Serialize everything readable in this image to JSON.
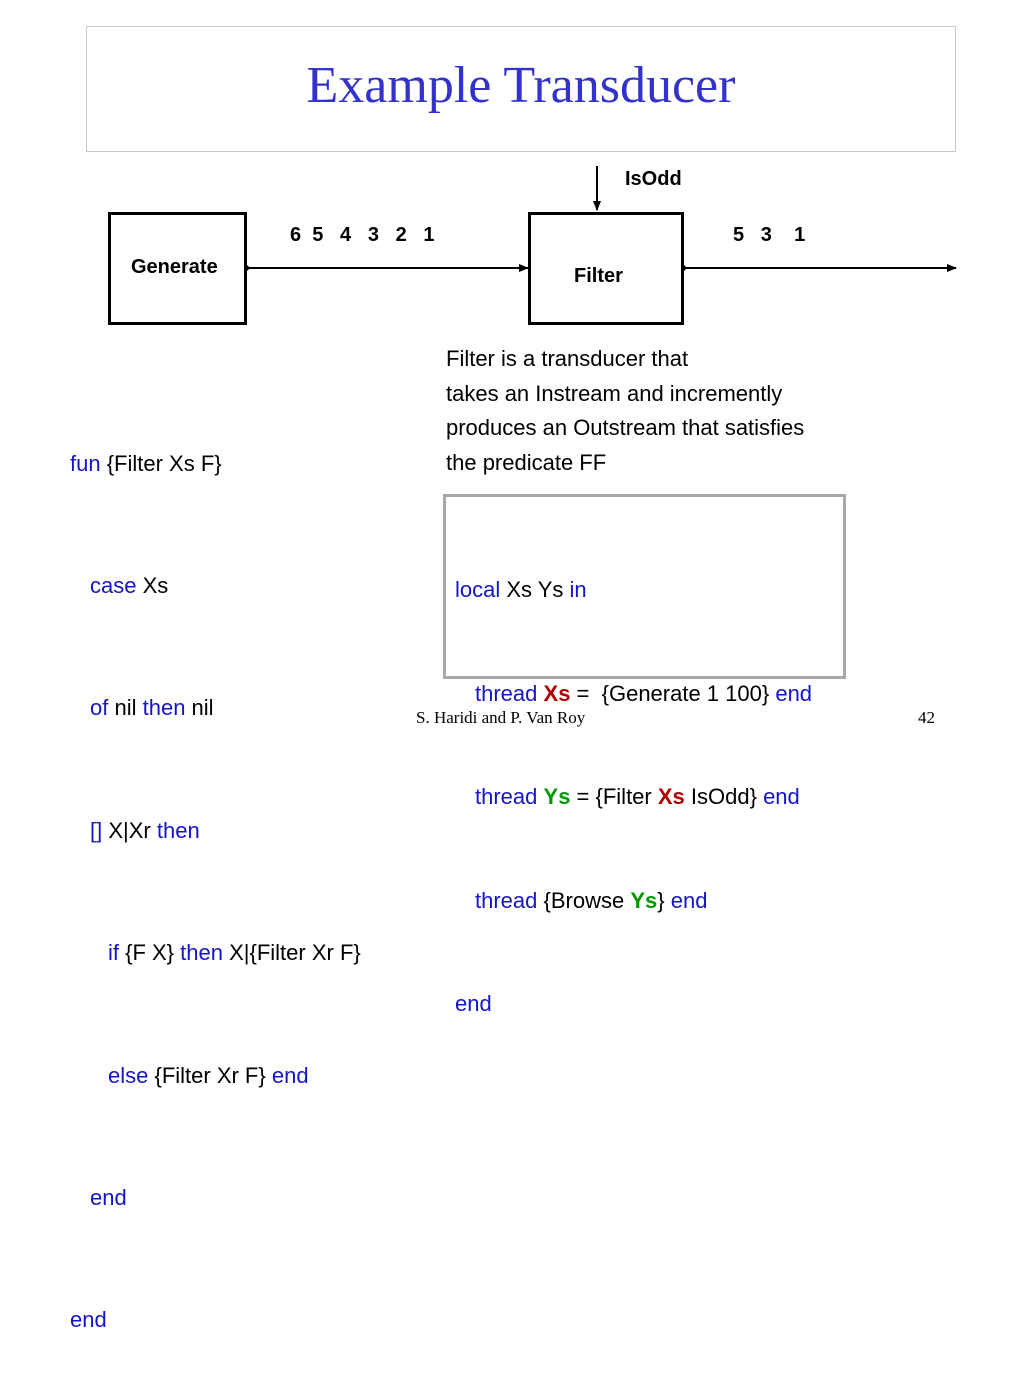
{
  "title": "Example Transducer",
  "diagram": {
    "generate_label": "Generate",
    "filter_label": "Filter",
    "predicate_label": "IsOdd",
    "input_stream": "6  5   4   3   2   1",
    "output_stream": "5   3    1"
  },
  "description": [
    "Filter is a transducer that",
    "takes an Instream and incremently",
    "produces an Outstream that satisfies",
    "the predicate FF"
  ],
  "filter_code": {
    "l1": {
      "kw": "fun",
      "text": " {Filter Xs F}"
    },
    "l2": {
      "kw": "case",
      "text": " Xs"
    },
    "l3": {
      "kw1": "of",
      "t1": " nil ",
      "kw2": "then",
      "t2": " nil"
    },
    "l4": {
      "kw1": "[]",
      "t1": " X|Xr ",
      "kw2": "then"
    },
    "l5": {
      "kw1": "if",
      "t1": " {F X} ",
      "kw2": "then",
      "t2": " X|{Filter Xr F}"
    },
    "l6": {
      "kw1": "else",
      "t1": " {Filter Xr F} ",
      "kw2": "end"
    },
    "l7": {
      "kw": "end"
    },
    "l8": {
      "kw": "end"
    }
  },
  "usage_code": {
    "l1": {
      "kw1": "local",
      "t1": " Xs Ys ",
      "kw2": "in"
    },
    "l2": {
      "kw1": "thread",
      "v": "Xs",
      "t1": " =  {Generate 1 100} ",
      "kw2": "end"
    },
    "l3": {
      "kw1": "thread",
      "v1": "Ys",
      "t1": " = {Filter ",
      "v2": "Xs",
      "t2": " IsOdd} ",
      "kw2": "end"
    },
    "l4": {
      "kw1": "thread",
      "t1": " {Browse ",
      "v": "Ys",
      "t2": "} ",
      "kw2": "end"
    },
    "l5": {
      "kw": "end"
    }
  },
  "footer": {
    "authors": "S. Haridi and P. Van Roy",
    "page": "42"
  },
  "colors": {
    "title": "#3333cc",
    "keyword": "#1515c8",
    "stream_xs": "#b00000",
    "stream_ys": "#009900"
  }
}
